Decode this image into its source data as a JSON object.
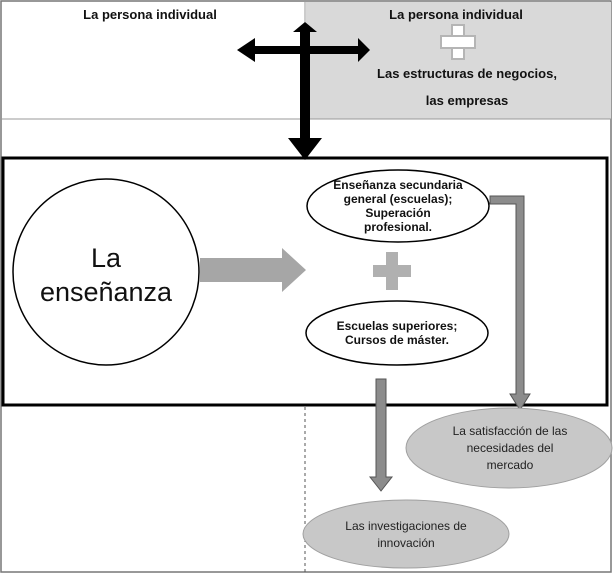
{
  "header": {
    "left_title": "La persona individual",
    "right_title": "La persona individual",
    "right_line2": "Las estructuras de negocios,",
    "right_line3": "las empresas"
  },
  "main": {
    "circle_line1": "La",
    "circle_line2": "enseñanza",
    "oval_top": [
      "Enseñanza secundaria",
      "general (escuelas);",
      "Superación",
      "profesional."
    ],
    "oval_bottom": [
      "Escuelas superiores;",
      "Cursos de máster."
    ]
  },
  "outcomes": {
    "market": [
      "La satisfacción de las",
      "necesidades del",
      "mercado"
    ],
    "innovation": [
      "Las investigaciones de",
      "innovación"
    ]
  },
  "colors": {
    "header_right_bg": "#d9d9d9",
    "arrow_dark": "#000000",
    "arrow_grey": "#a6a6a6",
    "connector_grey": "#8c8c8c",
    "outcome_fill": "#c8c8c8"
  }
}
